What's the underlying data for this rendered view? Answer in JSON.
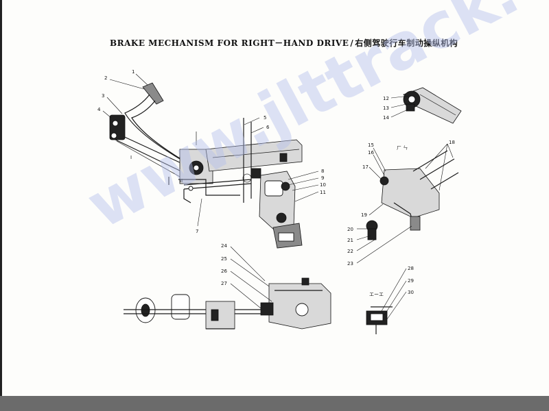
{
  "title": {
    "english": "BRAKE MECHANISM FOR RIGHT－HAND DRIVE",
    "separator": "/",
    "chinese": "右侧驾驶行车制动操纵机构"
  },
  "watermark": "www.jlttrack.com",
  "part_numbers": [
    "1",
    "2",
    "3",
    "4",
    "5",
    "6",
    "7",
    "8",
    "9",
    "10",
    "11",
    "12",
    "13",
    "14",
    "15",
    "16",
    "17",
    "18",
    "19",
    "20",
    "21",
    "22",
    "23",
    "24",
    "25",
    "26",
    "27",
    "28",
    "29",
    "30"
  ],
  "stray_marks": {
    "mark_a": "I",
    "mark_b": "II",
    "mark_c": "ㄏ ㄣ",
    "mark_d": "エーエ"
  }
}
